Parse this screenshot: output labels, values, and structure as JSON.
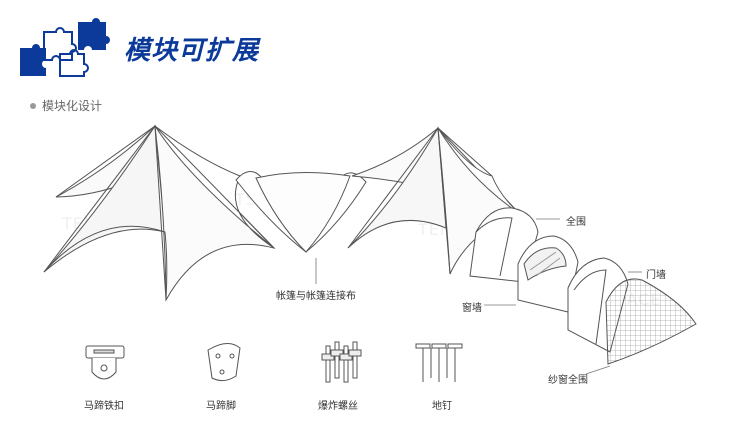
{
  "header": {
    "title": "模块可扩展"
  },
  "section": {
    "label": "模块化设计"
  },
  "labels": {
    "full_cover": "全围",
    "door_wall": "门墙",
    "window_wall": "窗墙",
    "tent_connector": "帐篷与帐篷连接布",
    "mesh_full_cover": "纱窗全围"
  },
  "accessories": [
    {
      "label": "马蹄铁扣",
      "icon": "horseshoe-buckle-icon"
    },
    {
      "label": "马蹄脚",
      "icon": "horseshoe-foot-icon"
    },
    {
      "label": "爆炸螺丝",
      "icon": "expansion-screw-icon"
    },
    {
      "label": "地钉",
      "icon": "ground-stake-icon"
    }
  ],
  "colors": {
    "title": "#0b3a9a",
    "line": "#555555"
  }
}
